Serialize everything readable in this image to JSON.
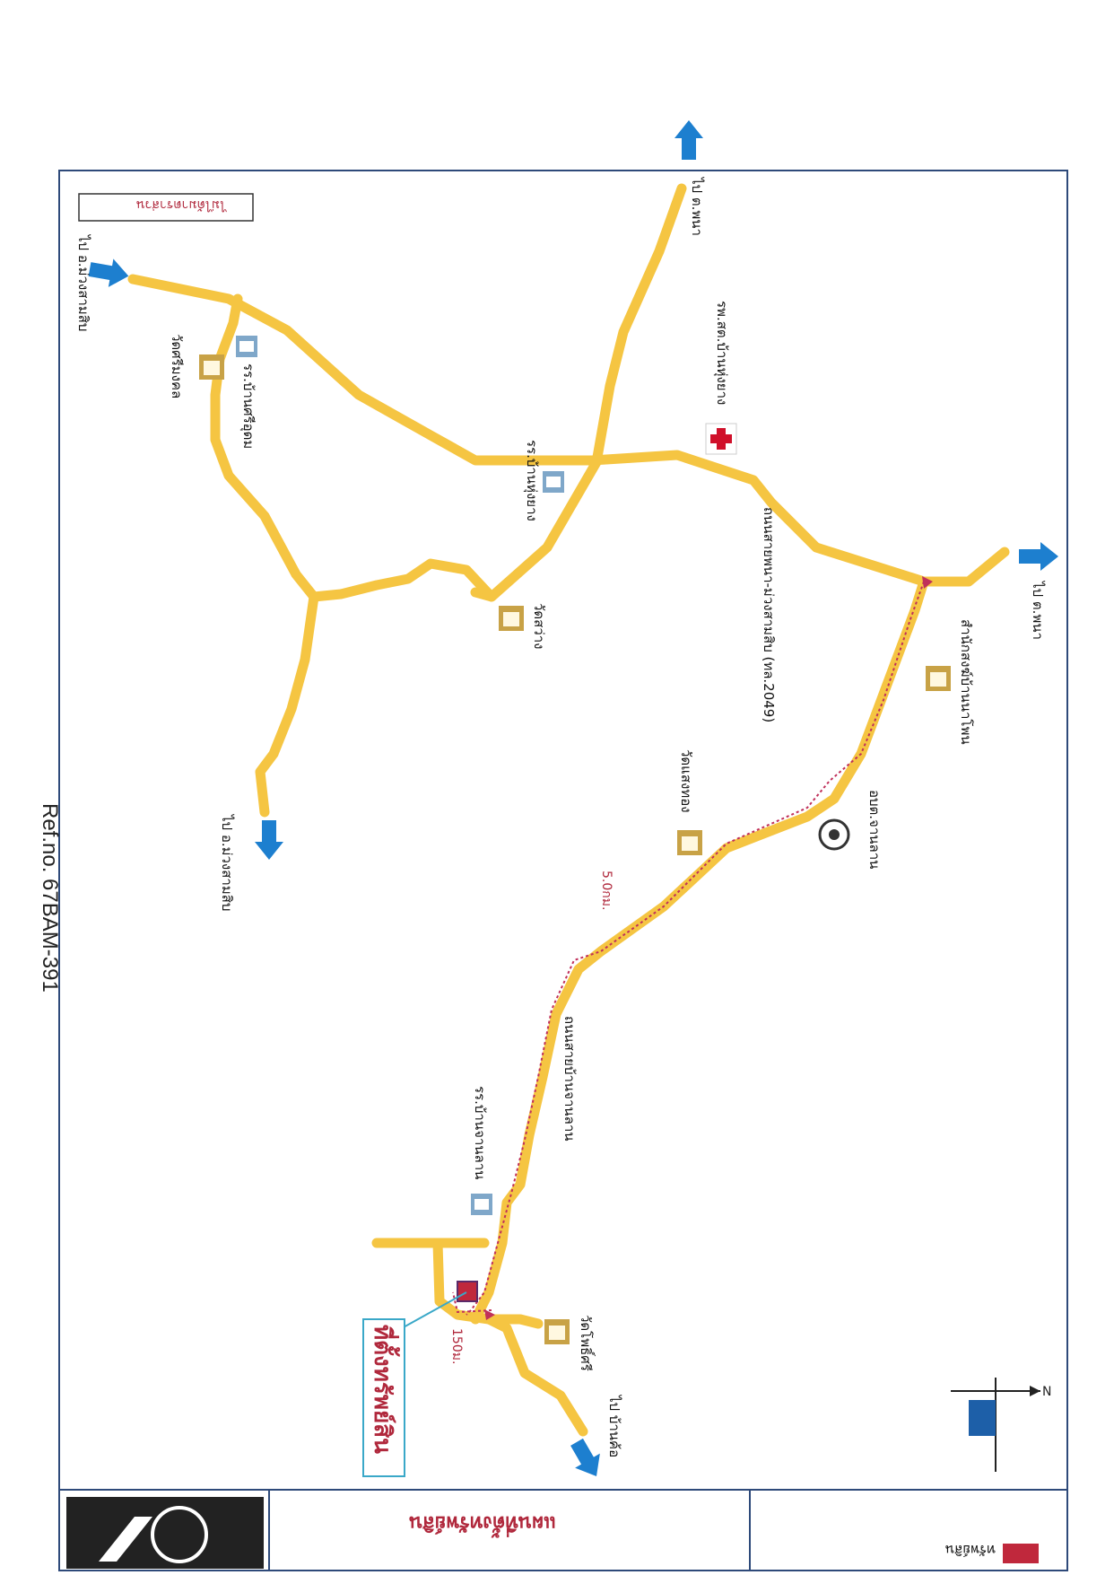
{
  "ref_no": "Ref.no. 67BAM-391",
  "target_label": "ที่ตั้งทรัพย์สิน",
  "dist_small": "150ม.",
  "dist_big": "5.0กม.",
  "not_to_scale": "ไม่ได้มาตราส่วน",
  "legend_asset": "ทรัพย์สิน",
  "map_title": "แผนที่ตั้งทรัพย์สิน",
  "places": {
    "to_phana_top": "ไป ต.พนา",
    "to_phana_right": "ไป ต.พนา",
    "to_muang_top": "ไป อ.ม่วงสามสิบ",
    "to_muang_mid": "ไป อ.ม่วงสามสิบ",
    "to_ban_kho": "ไป บ้านค้อ",
    "hospital": "รพ.สต.บ้านหุ่งยาง",
    "school_sri": "รร.บ้านศรีอุดม",
    "wat_sri": "วัดศรีมงคล",
    "school_hung": "รร.บ้านหุ่งยาง",
    "wat_sawang": "วัดสว่าง",
    "road_main": "ถนนสายพนา-ม่วงสามสิบ (ทล.2049)",
    "road_local": "ถนนสายบ้านจานลาน",
    "samnak": "สำนักสงฆ์บ้านนาโพน",
    "wat_saeng": "วัดแสงทอง",
    "obt": "อบต.จานลาน",
    "school_chan": "รร.บ้านจานลาน",
    "wat_pho": "วัดโพธิ์ศรี"
  },
  "colors": {
    "road": "#f5c542",
    "arrow": "#1d7fcf",
    "route": "#c0305a",
    "asset": "#c0283c"
  }
}
